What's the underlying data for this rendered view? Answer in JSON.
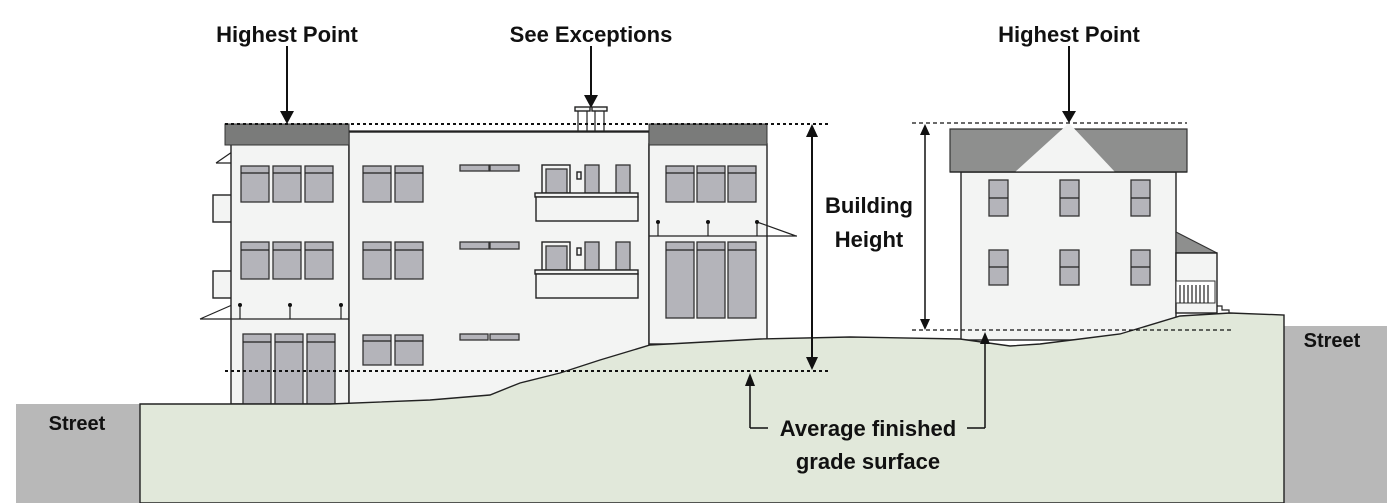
{
  "labels": {
    "highest_point_left": "Highest Point",
    "see_exceptions": "See Exceptions",
    "highest_point_right": "Highest Point",
    "building_height_line1": "Building",
    "building_height_line2": "Height",
    "street_left": "Street",
    "street_right": "Street",
    "average_grade_line1": "Average finished",
    "average_grade_line2": "grade surface"
  },
  "colors": {
    "ground": "#e1e8da",
    "street": "#b8b8b8",
    "wall": "#f3f4f3",
    "roof_flat": "#7a7b7a",
    "roof_pitched": "#8e8f8e",
    "window": "#b4b4ba"
  },
  "icons": {
    "arrows": "arrow-down-icon",
    "dimension": "double-arrow-icon"
  }
}
